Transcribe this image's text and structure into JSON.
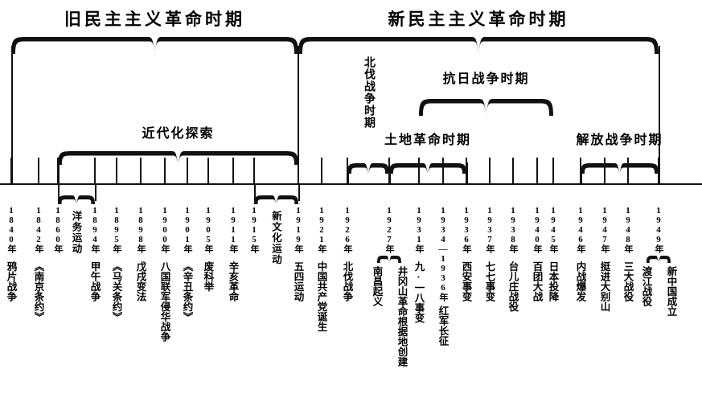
{
  "diagram": {
    "title_top_left": "旧民主主义革命时期",
    "title_top_right": "新民主主义革命时期",
    "axis_start_year": 1840,
    "axis_end_year": 1949
  },
  "period_braces": [
    {
      "id": "old-democratic",
      "label": "旧民主主义革命时期",
      "start_year": 1840,
      "end_year": 1919,
      "level": "main"
    },
    {
      "id": "new-democratic",
      "label": "新民主主义革命时期",
      "start_year": 1919,
      "end_year": 1949,
      "level": "main"
    },
    {
      "id": "modernization",
      "label": "近代化探索",
      "start_year": 1860,
      "end_year": 1919,
      "level": "sub"
    },
    {
      "id": "northern-expedition",
      "label": "北伐战争时期",
      "start_year": 1926,
      "end_year": 1927,
      "level": "low",
      "orientation": "vertical"
    },
    {
      "id": "agrarian-revolution",
      "label": "土地革命时期",
      "start_year": 1927,
      "end_year": 1936,
      "level": "low",
      "orientation": "horizontal"
    },
    {
      "id": "anti-japanese-war",
      "label": "抗日战争时期",
      "start_year": 1931,
      "end_year": 1945,
      "level": "mid",
      "orientation": "horizontal"
    },
    {
      "id": "liberation-war",
      "label": "解放战争时期",
      "start_year": 1946,
      "end_year": 1949,
      "level": "low",
      "orientation": "horizontal"
    }
  ],
  "under_axis_braces": [
    {
      "id": "yangwu",
      "label": "洋务运动",
      "start_year": 1860,
      "end_year": 1894
    },
    {
      "id": "xinwenhua",
      "label": "新文化运动",
      "start_year": 1915,
      "end_year": 1919
    }
  ],
  "timeline": [
    {
      "year_label": "1840年",
      "event": "鸦片战争"
    },
    {
      "year_label": "1842年",
      "event": "《南京条约》"
    },
    {
      "year_label": "1860年",
      "event": ""
    },
    {
      "year_label": "1894年",
      "event": "甲午战争"
    },
    {
      "year_label": "1895年",
      "event": "《马关条约》"
    },
    {
      "year_label": "1898年",
      "event": "戊戌变法"
    },
    {
      "year_label": "1900年",
      "event": "八国联军侵华战争"
    },
    {
      "year_label": "1901年",
      "event": "《辛丑条约》"
    },
    {
      "year_label": "1905年",
      "event": "废科举"
    },
    {
      "year_label": "1911年",
      "event": "辛亥革命"
    },
    {
      "year_label": "1915年",
      "event": ""
    },
    {
      "year_label": "1919年",
      "event": "五四运动"
    },
    {
      "year_label": "1921年",
      "event": "中国共产党诞生"
    },
    {
      "year_label": "1926年",
      "event": "北伐战争"
    },
    {
      "year_label": "1927年",
      "event": "",
      "split": [
        "南昌起义",
        "井冈山革命根据地创建"
      ]
    },
    {
      "year_label": "1931年",
      "event": "九·一八事变"
    },
    {
      "year_label": "1934—1936年",
      "event": "红军长征"
    },
    {
      "year_label": "1936年",
      "event": "西安事变"
    },
    {
      "year_label": "1937年",
      "event": "七七事变"
    },
    {
      "year_label": "1938年",
      "event": "台儿庄战役"
    },
    {
      "year_label": "1940年",
      "event": "百团大战"
    },
    {
      "year_label": "1945年",
      "event": "日本投降"
    },
    {
      "year_label": "1946年",
      "event": "内战爆发"
    },
    {
      "year_label": "1947年",
      "event": "挺进大别山"
    },
    {
      "year_label": "1948年",
      "event": "三大战役"
    },
    {
      "year_label": "1949年",
      "event": "",
      "split": [
        "渡江战役",
        "新中国成立"
      ]
    }
  ],
  "colors": {
    "ink": "#111111",
    "background": "#ffffff"
  }
}
